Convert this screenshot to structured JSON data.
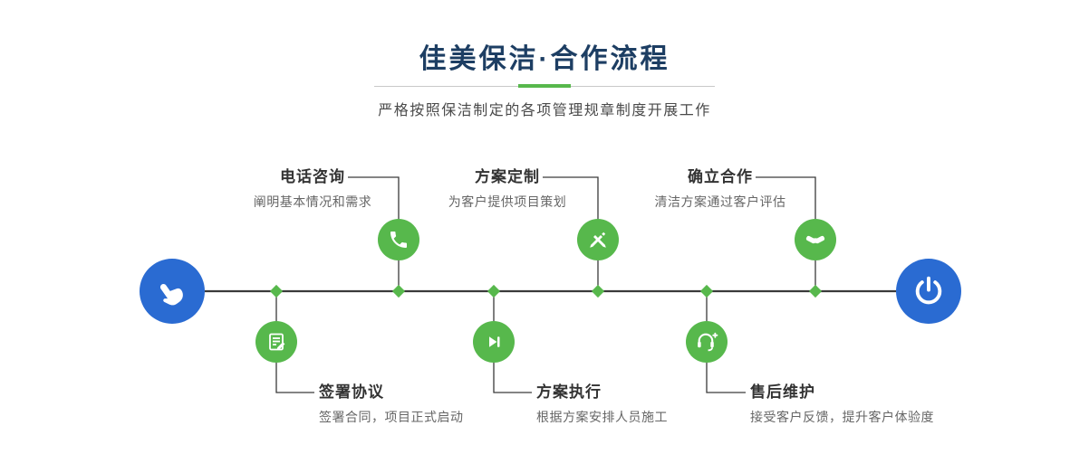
{
  "header": {
    "title": "佳美保洁·合作流程",
    "subtitle": "严格按照保洁制定的各项管理规章制度开展工作"
  },
  "colors": {
    "title_navy": "#1d3e63",
    "accent_green": "#57b84c",
    "accent_blue": "#2a6bd2",
    "line_dark": "#3a3a3a"
  },
  "timeline": {
    "start_icon": "hand-pointer-icon",
    "end_icon": "power-icon",
    "steps_top": [
      {
        "title": "电话咨询",
        "desc": "阐明基本情况和需求",
        "icon": "phone-icon"
      },
      {
        "title": "方案定制",
        "desc": "为客户提供项目策划",
        "icon": "crossed-pens-icon"
      },
      {
        "title": "确立合作",
        "desc": "清洁方案通过客户评估",
        "icon": "handshake-icon"
      }
    ],
    "steps_bottom": [
      {
        "title": "签署协议",
        "desc": "签署合同，项目正式启动",
        "icon": "contract-icon"
      },
      {
        "title": "方案执行",
        "desc": "根据方案安排人员施工",
        "icon": "step-forward-icon"
      },
      {
        "title": "售后维护",
        "desc": "接受客户反馈，提升客户体验度",
        "icon": "headset-icon"
      }
    ]
  }
}
